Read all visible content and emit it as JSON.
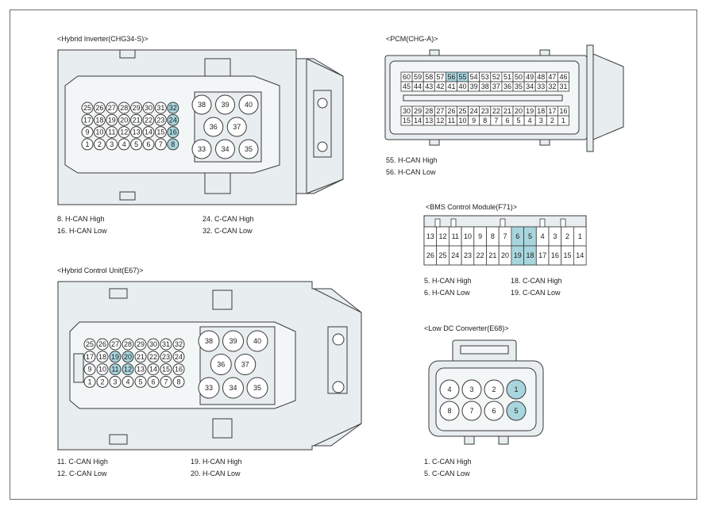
{
  "hybrid_inverter": {
    "title": "<Hybrid Inverter(CHG34-S)>",
    "rows": [
      [
        "25",
        "26",
        "27",
        "28",
        "29",
        "30",
        "31",
        "32"
      ],
      [
        "17",
        "18",
        "19",
        "20",
        "21",
        "22",
        "23",
        "24"
      ],
      [
        "9",
        "10",
        "11",
        "12",
        "13",
        "14",
        "15",
        "16"
      ],
      [
        "1",
        "2",
        "3",
        "4",
        "5",
        "6",
        "7",
        "8"
      ]
    ],
    "large": [
      [
        "38",
        "39",
        "40"
      ],
      [
        "36",
        "37"
      ],
      [
        "33",
        "34",
        "35"
      ]
    ],
    "highlighted": [
      "32",
      "24",
      "16",
      "8"
    ],
    "notes": [
      "8. H-CAN High",
      "16. H-CAN Low",
      "24. C-CAN High",
      "32. C-CAN Low"
    ]
  },
  "hcu": {
    "title": "<Hybrid Control Unit(E67)>",
    "rows": [
      [
        "25",
        "26",
        "27",
        "28",
        "29",
        "30",
        "31",
        "32"
      ],
      [
        "17",
        "18",
        "19",
        "20",
        "21",
        "22",
        "23",
        "24"
      ],
      [
        "9",
        "10",
        "11",
        "12",
        "13",
        "14",
        "15",
        "16"
      ],
      [
        "1",
        "2",
        "3",
        "4",
        "5",
        "6",
        "7",
        "8"
      ]
    ],
    "large": [
      [
        "38",
        "39",
        "40"
      ],
      [
        "36",
        "37"
      ],
      [
        "33",
        "34",
        "35"
      ]
    ],
    "highlighted": [
      "19",
      "20",
      "11",
      "12"
    ],
    "notes": [
      "11. C-CAN High",
      "12. C-CAN Low",
      "19. H-CAN High",
      "20. H-CAN Low"
    ]
  },
  "pcm": {
    "title": "<PCM(CHG-A)>",
    "upper_rows": [
      [
        "60",
        "59",
        "58",
        "57",
        "56",
        "55",
        "54",
        "53",
        "52",
        "51",
        "50",
        "49",
        "48",
        "47",
        "46"
      ],
      [
        "45",
        "44",
        "43",
        "42",
        "41",
        "40",
        "39",
        "38",
        "37",
        "36",
        "35",
        "34",
        "33",
        "32",
        "31"
      ]
    ],
    "lower_rows": [
      [
        "30",
        "29",
        "28",
        "27",
        "26",
        "25",
        "24",
        "23",
        "22",
        "21",
        "20",
        "19",
        "18",
        "17",
        "16"
      ],
      [
        "15",
        "14",
        "13",
        "12",
        "11",
        "10",
        "9",
        "8",
        "7",
        "6",
        "5",
        "4",
        "3",
        "2",
        "1"
      ]
    ],
    "highlighted": [
      "56",
      "55"
    ],
    "notes": [
      "55. H-CAN High",
      "56. H-CAN Low"
    ]
  },
  "bms": {
    "title": "<BMS Control Module(F71)>",
    "rows": [
      [
        "13",
        "12",
        "11",
        "10",
        "9",
        "8",
        "7",
        "6",
        "5",
        "4",
        "3",
        "2",
        "1"
      ],
      [
        "26",
        "25",
        "24",
        "23",
        "22",
        "21",
        "20",
        "19",
        "18",
        "17",
        "16",
        "15",
        "14"
      ]
    ],
    "highlighted": [
      "6",
      "5",
      "19",
      "18"
    ],
    "notes": [
      "5. H-CAN High",
      "6. H-CAN Low",
      "18. C-CAN High",
      "19. C-CAN Low"
    ]
  },
  "ldc": {
    "title": "<Low DC Converter(E68)>",
    "rows": [
      [
        "4",
        "3",
        "2",
        "1"
      ],
      [
        "8",
        "7",
        "6",
        "5"
      ]
    ],
    "highlighted": [
      "1",
      "5"
    ],
    "notes": [
      "1. C-CAN High",
      "5. C-CAN Low"
    ]
  },
  "colors": {
    "highlight": "#a9d6de",
    "body": "#e8eef0",
    "line": "#3a3a3a"
  }
}
